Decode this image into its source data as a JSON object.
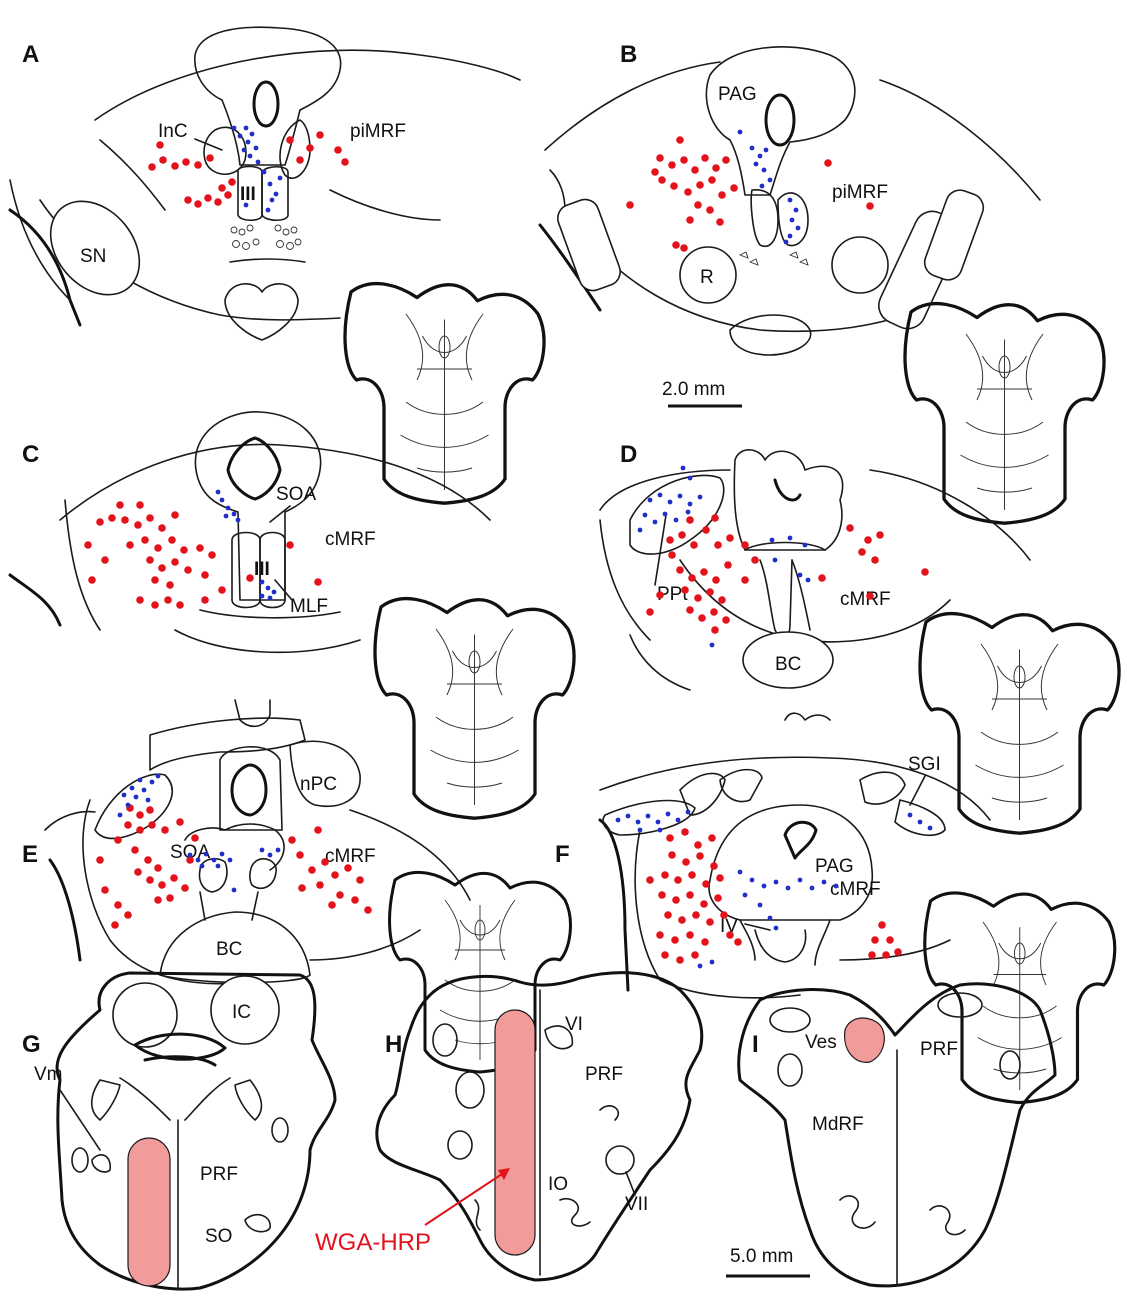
{
  "panels": {
    "A": {
      "letter": "A",
      "labels": {
        "inc": "InC",
        "pimrf": "piMRF",
        "iii": "III",
        "sn": "SN"
      }
    },
    "B": {
      "letter": "B",
      "labels": {
        "pag": "PAG",
        "pimrf": "piMRF",
        "r": "R"
      }
    },
    "C": {
      "letter": "C",
      "labels": {
        "soa": "SOA",
        "cmrf": "cMRF",
        "iii": "III",
        "mlf": "MLF"
      }
    },
    "D": {
      "letter": "D",
      "labels": {
        "ppt": "PPt",
        "cmrf": "cMRF",
        "bc": "BC"
      }
    },
    "E": {
      "letter": "E",
      "labels": {
        "npc": "nPC",
        "soa": "SOA",
        "cmrf": "cMRF",
        "bc": "BC"
      }
    },
    "F": {
      "letter": "F",
      "labels": {
        "sgi": "SGI",
        "pag": "PAG",
        "cmrf": "cMRF",
        "iv": "IV"
      }
    },
    "G": {
      "letter": "G",
      "labels": {
        "ic": "IC",
        "vm": "Vm",
        "prf": "PRF",
        "so": "SO"
      }
    },
    "H": {
      "letter": "H",
      "labels": {
        "vi": "VI",
        "prf": "PRF",
        "io": "IO",
        "vii": "VII",
        "injection": "WGA-HRP"
      }
    },
    "I": {
      "letter": "I",
      "labels": {
        "ves": "Ves",
        "prf": "PRF",
        "mdrf": "MdRF"
      }
    }
  },
  "scale_bars": {
    "upper": "2.0 mm",
    "lower": "5.0 mm"
  },
  "colors": {
    "labeled_cells_red": "#e3121b",
    "labeled_cells_blue": "#1f2fc8",
    "injection_site": "#f29b9b"
  }
}
